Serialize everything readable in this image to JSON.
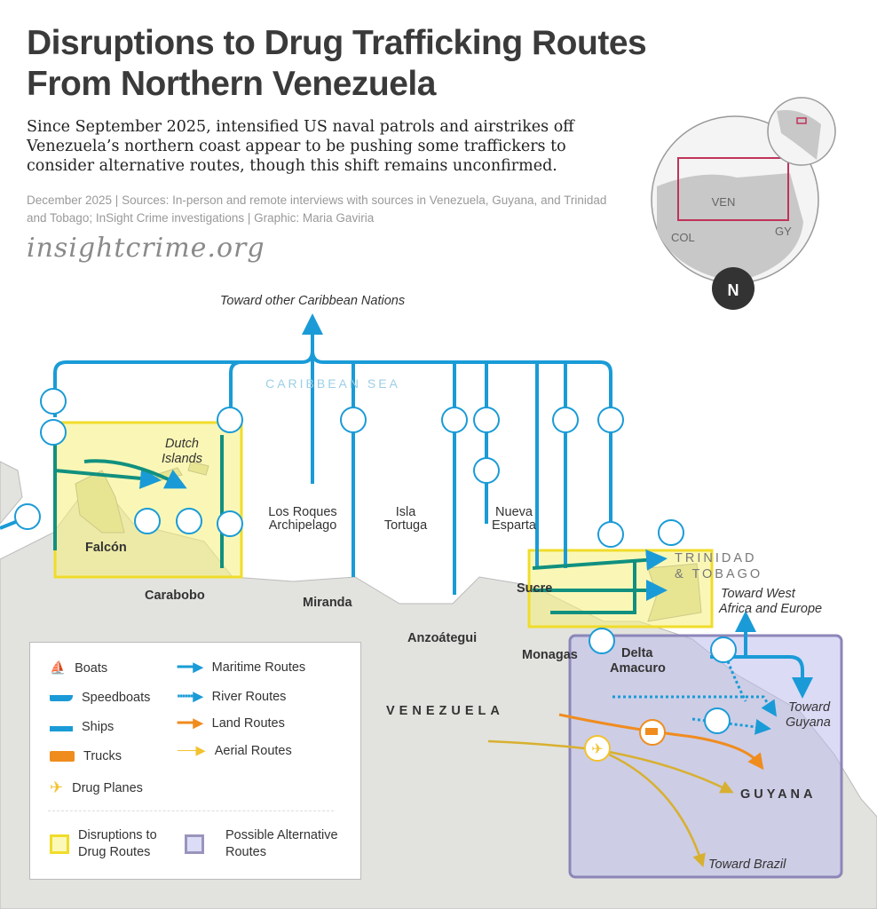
{
  "header": {
    "title": "Disruptions to Drug Trafficking Routes From Northern Venezuela",
    "subtitle": "Since September 2025, intensified US naval patrols and airstrikes off Venezuela’s northern coast appear to be pushing some traffickers to consider alternative routes, though this shift remains unconfirmed.",
    "sources": "December 2025 | Sources: In-person and remote interviews with sources in Venezuela, Guyana, and Trinidad and Tobago; InSight Crime investigations | Graphic: Maria Gaviria",
    "brand": "insightcrime.org"
  },
  "inset": {
    "ven": "VEN",
    "col": "COL",
    "gy": "GY",
    "north": "N"
  },
  "labels": {
    "caribbean_dest": "Toward other Caribbean Nations",
    "sea": "CARIBBEAN SEA",
    "dutch1": "Dutch",
    "dutch2": "Islands",
    "falcon": "Falcón",
    "carabobo": "Carabobo",
    "roques1": "Los Roques",
    "roques2": "Archipelago",
    "tortuga1": "Isla",
    "tortuga2": "Tortuga",
    "esparta1": "Nueva",
    "esparta2": "Esparta",
    "miranda": "Miranda",
    "anzoategui": "Anzoátegui",
    "sucre": "Sucre",
    "monagas": "Monagas",
    "delta1": "Delta",
    "delta2": "Amacuro",
    "tt1": "TRINIDAD",
    "tt2": "& TOBAGO",
    "wafrica1": "Toward West",
    "wafrica2": "Africa and Europe",
    "venezuela": "VENEZUELA",
    "toguyana1": "Toward",
    "toguyana2": "Guyana",
    "guyana": "GUYANA",
    "brazil": "Toward Brazil"
  },
  "legend": {
    "boats": "Boats",
    "speedboats": "Speedboats",
    "ships": "Ships",
    "trucks": "Trucks",
    "planes": "Drug Planes",
    "maritime": "Maritime Routes",
    "river": "River Routes",
    "land": "Land Routes",
    "aerial": "Aerial Routes",
    "disruptions1": "Disruptions to",
    "disruptions2": "Drug Routes",
    "alternative1": "Possible Alternative",
    "alternative2": "Routes"
  },
  "colors": {
    "maritime": "#1a9bd7",
    "land_route": "#f08c1e",
    "aerial": "#f2c230",
    "disrupt": "#f0dc2a",
    "alt": "#8c86b8",
    "teal": "#11907f"
  }
}
